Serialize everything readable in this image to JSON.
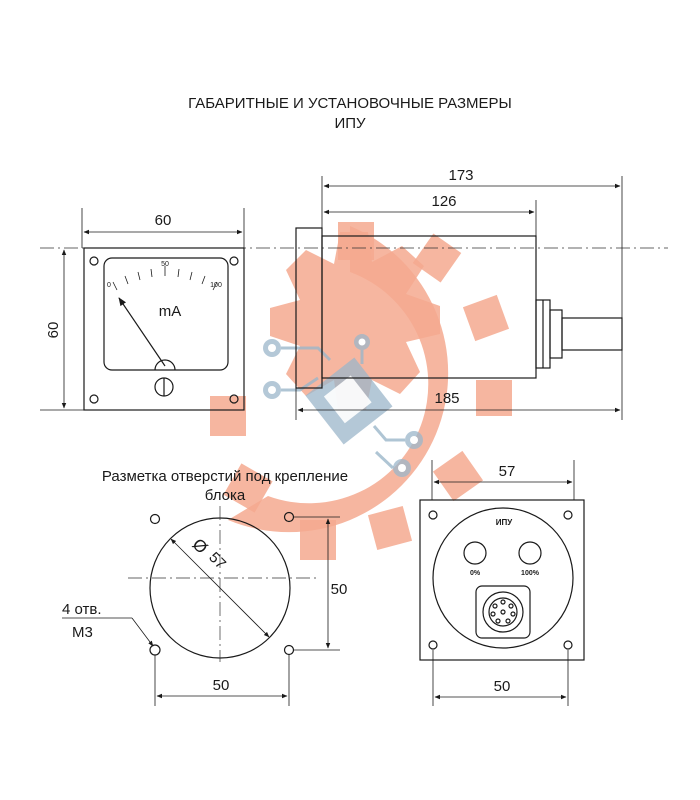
{
  "title_line1": "ГАБАРИТНЫЕ И УСТАНОВОЧНЫЕ РАЗМЕРЫ",
  "title_line2": "ИПУ",
  "front_view": {
    "dim_width": "60",
    "dim_height": "60",
    "scale_0": "0",
    "scale_50": "50",
    "scale_100": "100",
    "unit": "mA"
  },
  "side_view": {
    "dim_173": "173",
    "dim_126": "126",
    "dim_185": "185"
  },
  "holes_layout": {
    "caption_line1": "Разметка отверстий под крепление",
    "caption_line2": "блока",
    "diameter_symbol": "Ø",
    "diameter_value": "57",
    "holes_label_line1": "4 отв.",
    "holes_label_line2": "М3",
    "dim_horizontal": "50",
    "dim_vertical": "50"
  },
  "rear_view": {
    "dim_top": "57",
    "dim_bottom": "50",
    "label": "ИПУ",
    "left_label": "0%",
    "right_label": "100%"
  },
  "colors": {
    "watermark_orange": "#f5a98f",
    "watermark_blue": "#9bb6c9",
    "line": "#1a1a1a"
  }
}
